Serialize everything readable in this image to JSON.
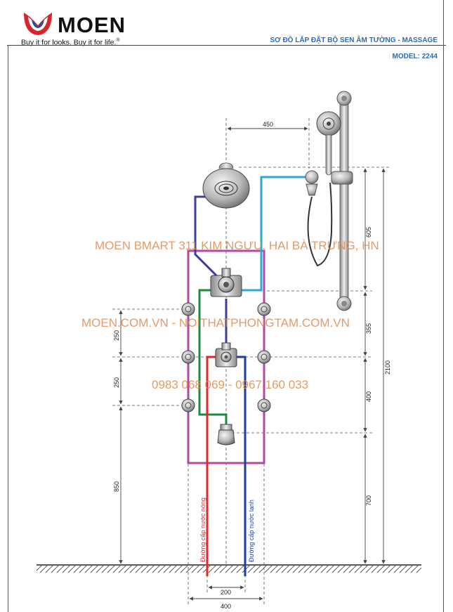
{
  "header": {
    "brand": "MOEN",
    "tagline": "Buy it for looks. Buy it for life.",
    "registered_mark": "®",
    "title": "SƠ ĐỒ LẮP ĐẶT BỘ SEN ÂM TƯỜNG - MASSAGE",
    "model": "MODEL: 2244"
  },
  "watermarks": {
    "line1": "MOEN BMART 311 KIM NGƯU, HAI BÀ TRƯNG, HN",
    "line2": "MOEN.COM.VN - NOITHATPHONGTAM.COM.VN",
    "line3": "0983 068 069 - 0967 160 033"
  },
  "dimensions": {
    "d450": "450",
    "d605": "605",
    "d355": "355",
    "d400": "400",
    "d700": "700",
    "d2100": "2100",
    "d250a": "250",
    "d250b": "250",
    "d850": "850",
    "d200": "200",
    "d400b": "400"
  },
  "pipe_labels": {
    "hot": "Đường cấp nước nóng",
    "cold": "Đường cấp nước lạnh"
  },
  "colors": {
    "hot_pipe": "#e3262b",
    "cold_pipe": "#1d3f99",
    "handshower_line": "#29a9d8",
    "body_jet_loop": "#b347a8",
    "rain_line": "#3a3fa0",
    "green_line": "#1e8a3c",
    "dimension": "#444444",
    "title_blue": "#2a6db5",
    "watermark": "#e08a4c"
  },
  "icons": {
    "logo": "moen-logo-icon",
    "rain_head": "rain-shower-head-icon",
    "hand_shower": "hand-shower-icon",
    "slide_bar": "slide-bar-icon",
    "body_jet": "body-jet-icon",
    "diverter": "diverter-valve-icon",
    "mixer": "mixer-valve-icon",
    "spout": "tub-spout-icon"
  }
}
